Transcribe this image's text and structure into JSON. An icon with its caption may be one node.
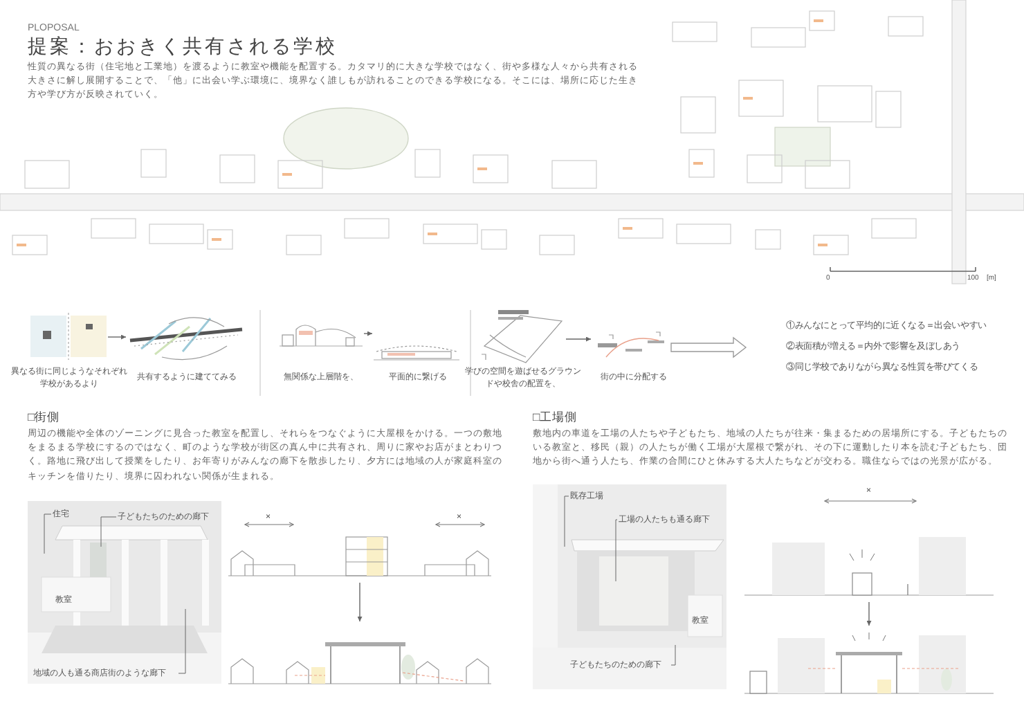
{
  "diagram": {
    "title": "提案：おおきく共有される学校",
    "nodes": [
      {
        "text": [],
        "shape": "picture",
        "beside": [
          "異なる街に同じようなそれぞれ学校があるより"
        ]
      },
      {
        "text": [],
        "shape": "picture",
        "beside": [
          "共有するように建ててみる"
        ]
      },
      {
        "text": [],
        "shape": "picture",
        "beside": [
          "無関係な上層階を、"
        ]
      },
      {
        "text": [],
        "shape": "picture",
        "beside": [
          "平面的に繋げる"
        ]
      },
      {
        "text": [],
        "shape": "picture",
        "beside": [
          "学びの空間を遊ばせるグラウンドや校舎の配置を、"
        ]
      },
      {
        "text": [],
        "shape": "picture",
        "beside": [
          "街の中に分配する"
        ]
      },
      {
        "text": [
          "①みんなにとって平均的に近くなる＝出会いやすい",
          "②表面積が増える＝内外で影響を及ぼしあう",
          "③同じ学校でありながら異なる性質を帯びてくる"
        ]
      },
      {
        "text": [],
        "shape": "picture"
      },
      {
        "text": [
          "住宅"
        ],
        "in": 7
      },
      {
        "text": [
          "子どもたちのための廊下"
        ],
        "in": 7
      },
      {
        "text": [
          "教室"
        ],
        "in": 7
      },
      {
        "text": [
          "地域の人も通る商店街のような廊下"
        ],
        "in": 7
      },
      {
        "text": [],
        "shape": "picture"
      },
      {
        "text": [],
        "shape": "picture"
      },
      {
        "text": [],
        "shape": "picture"
      },
      {
        "text": [
          "既存工場"
        ],
        "in": 14
      },
      {
        "text": [
          "工場の人たちも通る廊下"
        ],
        "in": 14
      },
      {
        "text": [
          "教室"
        ],
        "in": 14
      },
      {
        "text": [
          "子どもたちのための廊下"
        ],
        "in": 14
      },
      {
        "text": [],
        "shape": "picture"
      },
      {
        "text": [],
        "shape": "picture"
      }
    ],
    "edges": [
      {
        "from": 0,
        "to": 1,
        "arrow": "to"
      },
      {
        "from": 2,
        "to": 3,
        "arrow": "to"
      },
      {
        "from": 4,
        "to": 5,
        "arrow": "to"
      },
      {
        "from": 5,
        "to": 6,
        "arrow": "to",
        "style": "thick"
      },
      {
        "from": 12,
        "to": 13,
        "arrow": "to"
      },
      {
        "from": 19,
        "to": 20,
        "arrow": "to"
      },
      {
        "from": 8,
        "to": null,
        "arrow": "none"
      },
      {
        "from": 9,
        "to": null,
        "arrow": "none"
      },
      {
        "from": 11,
        "to": null,
        "arrow": "none"
      },
      {
        "from": 15,
        "to": null,
        "arrow": "none"
      },
      {
        "from": 16,
        "to": null,
        "arrow": "none"
      },
      {
        "from": 18,
        "to": null,
        "arrow": "none"
      }
    ],
    "labels": [
      "PLOPOSAL",
      "性質の異なる街（住宅地と工業地）を渡るように教室や機能を配置する。カタマリ的に大きな学校ではなく、街や多様な人々から共有される大きさに解し展開することで、「他」に出会い学ぶ環境に、境界なく誰しもが訪れることのできる学校になる。そこには、場所に応じた生き方や学び方が反映されていく。",
      "0",
      "100",
      "[m]",
      "□街側",
      "周辺の機能や全体のゾーニングに見合った教室を配置し、それらをつなぐように大屋根をかける。一つの敷地をまるまる学校にするのではなく、町のような学校が街区の真ん中に共有され、周りに家やお店がまとわりつく。路地に飛び出して授業をしたり、お年寄りがみんなの廊下を散歩したり、夕方には地域の人が家庭科室のキッチンを借りたり、境界に囚われない関係が生まれる。",
      "□工場側",
      "敷地内の車道を工場の人たちや子どもたち、地域の人たちが往来・集まるための居場所にする。子どもたちのいる教室と、移民（親）の人たちが働く工場が大屋根で繋がれ、その下に運動したり本を読む子どもたち、団地から街へ通う人たち、作業の合間にひと休みする大人たちなどが交わる。職住ならではの光景が広がる。",
      "×",
      "×",
      "×"
    ]
  }
}
